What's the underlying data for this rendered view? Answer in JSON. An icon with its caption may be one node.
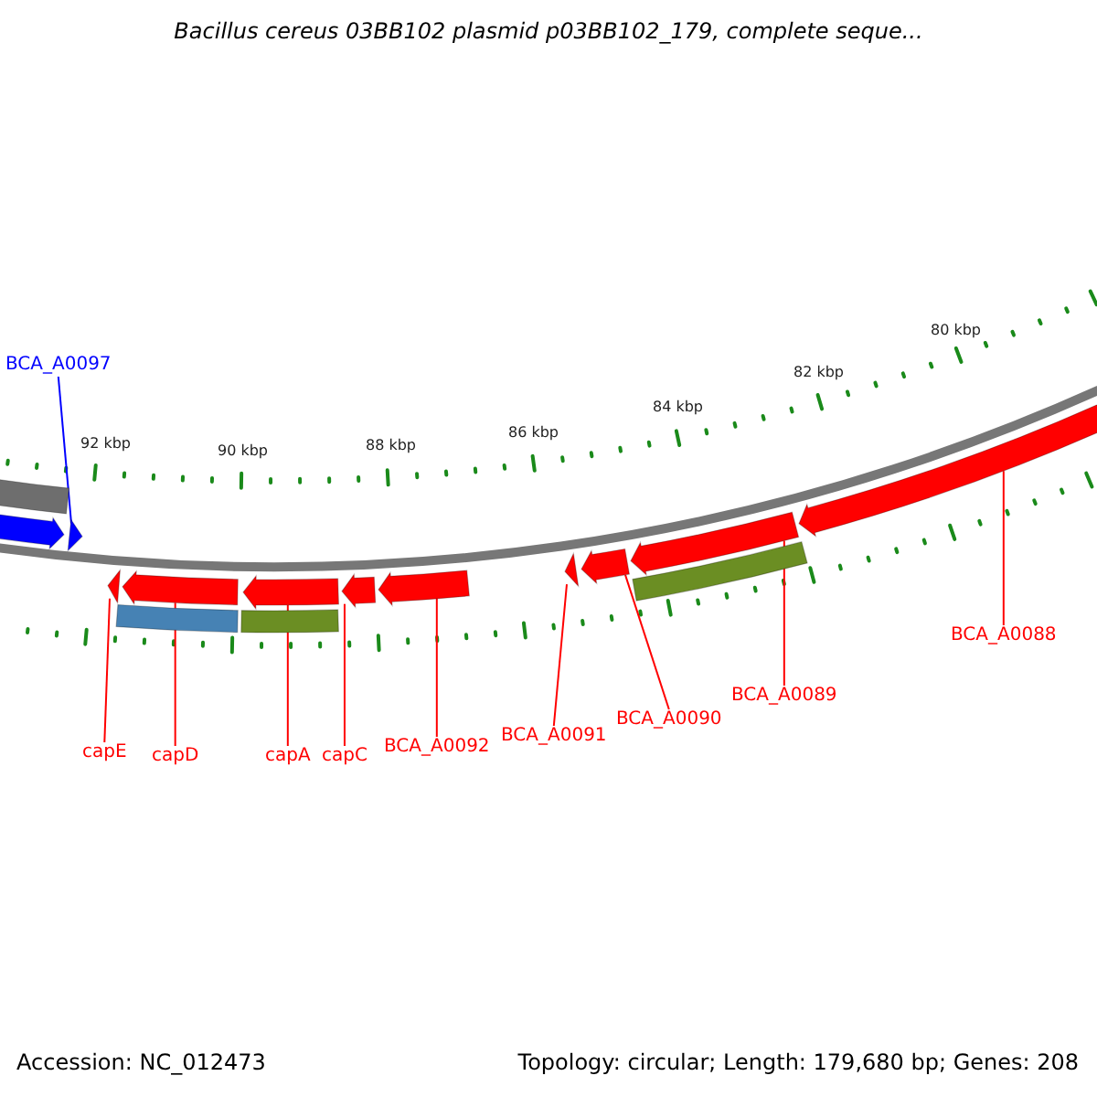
{
  "diagram": {
    "title": "Bacillus cereus 03BB102 plasmid p03BB102_179, complete seque...",
    "nodes": [
      {
        "text": [
          "BCA_A0097"
        ]
      },
      {
        "text": [],
        "shape": "bar"
      },
      {
        "text": [],
        "shape": "arrow"
      },
      {
        "text": [],
        "shape": "arrow"
      },
      {
        "text": [],
        "shape": "arrow"
      },
      {
        "text": [],
        "shape": "arrow"
      },
      {
        "text": [],
        "shape": "arrow"
      },
      {
        "text": [],
        "shape": "arrow"
      },
      {
        "text": [],
        "shape": "arrow"
      },
      {
        "text": [],
        "shape": "arrow"
      },
      {
        "text": [],
        "shape": "arrow"
      },
      {
        "text": [],
        "shape": "arrow"
      },
      {
        "text": [],
        "shape": "arrow"
      },
      {
        "text": [],
        "shape": "bar"
      },
      {
        "text": [],
        "shape": "bar"
      },
      {
        "text": [],
        "shape": "bar"
      },
      {
        "text": [
          "capE"
        ]
      },
      {
        "text": [
          "capD"
        ]
      },
      {
        "text": [
          "capA"
        ]
      },
      {
        "text": [
          "capC"
        ]
      },
      {
        "text": [
          "BCA_A0092"
        ]
      },
      {
        "text": [
          "BCA_A0091"
        ]
      },
      {
        "text": [
          "BCA_A0090"
        ]
      },
      {
        "text": [
          "BCA_A0089"
        ]
      },
      {
        "text": [
          "BCA_A0088"
        ]
      }
    ],
    "edges": [
      {
        "from": 0,
        "to": 3,
        "arrow": "none",
        "color": "#0000ff"
      },
      {
        "from": 16,
        "to": 4,
        "arrow": "none"
      },
      {
        "from": 17,
        "to": 5,
        "arrow": "none"
      },
      {
        "from": 18,
        "to": 6,
        "arrow": "none"
      },
      {
        "from": 19,
        "to": 7,
        "arrow": "none"
      },
      {
        "from": 20,
        "to": 8,
        "arrow": "none"
      },
      {
        "from": 21,
        "to": 9,
        "arrow": "none"
      },
      {
        "from": 22,
        "to": 10,
        "arrow": "none"
      },
      {
        "from": 23,
        "to": 11,
        "arrow": "none"
      },
      {
        "from": 24,
        "to": 12,
        "arrow": "none"
      }
    ],
    "labels": [
      "92 kbp",
      "90 kbp",
      "88 kbp",
      "86 kbp",
      "84 kbp",
      "82 kbp",
      "80 kbp",
      "Accession: NC_012473",
      "Topology: circular; Length: 179,680 bp; Genes: 208"
    ]
  }
}
